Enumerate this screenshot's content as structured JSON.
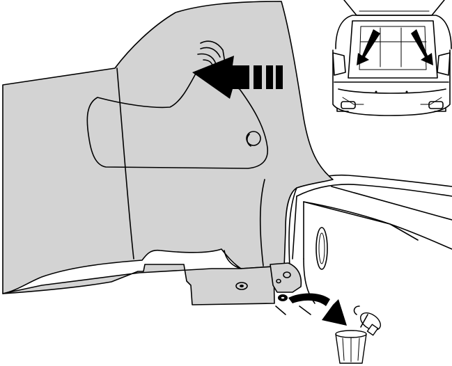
{
  "figure": {
    "colors": {
      "panel_fill": "#d3d3d3",
      "line": "#000000",
      "background": "#ffffff"
    },
    "icons": [
      "trim-panel",
      "removal-direction-arrow",
      "vehicle-rear-inset",
      "inset-pointer-arrows",
      "retaining-clip",
      "removed-clip",
      "discard-arrow",
      "waste-bin-icon"
    ]
  }
}
